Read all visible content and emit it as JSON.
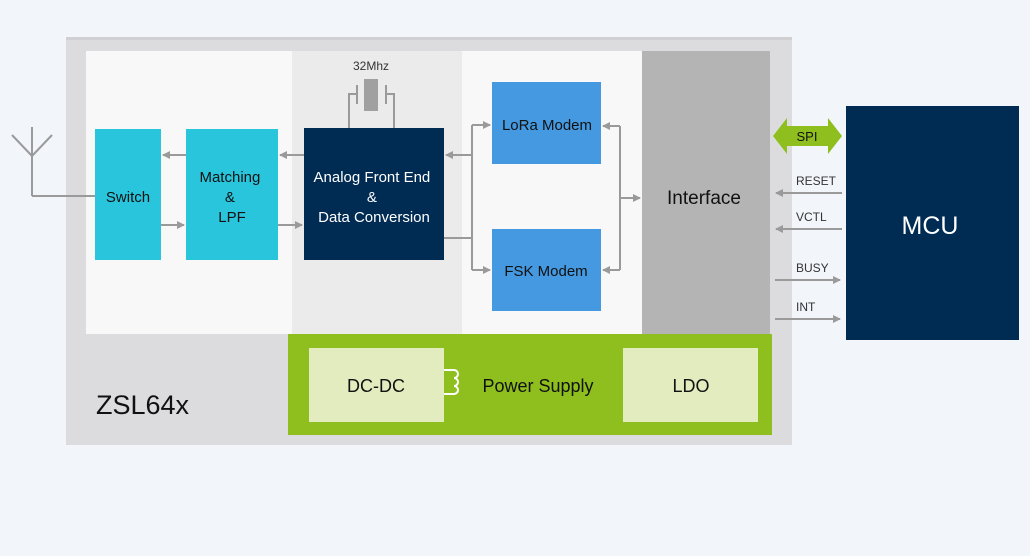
{
  "diagram": {
    "chip_name": "ZSL64x",
    "crystal_label": "32Mhz",
    "blocks": {
      "switch": "Switch",
      "matching": [
        "Matching",
        "&",
        "LPF"
      ],
      "afe": [
        "Analog Front End",
        "&",
        "Data Conversion"
      ],
      "lora": "LoRa Modem",
      "fsk": "FSK Modem",
      "interface": "Interface",
      "mcu": "MCU",
      "dcdc": "DC-DC",
      "power_supply": "Power Supply",
      "ldo": "LDO"
    },
    "signals": {
      "spi": "SPI",
      "reset": "RESET",
      "vctl": "VCTL",
      "busy": "BUSY",
      "int": "INT"
    },
    "colors": {
      "background": "#f2f5fa",
      "chip_outer": "#dcdcde",
      "rf_region": "#f8f8f9",
      "afe_region": "#ebebec",
      "cyan_block": "#29c5dc",
      "navy_block": "#002b53",
      "modem_block": "#4499e0",
      "interface_block": "#b4b4b4",
      "power_green": "#8ebf1e",
      "power_inner": "#e2ecbe",
      "arrow_gray": "#9a9a9a"
    }
  }
}
